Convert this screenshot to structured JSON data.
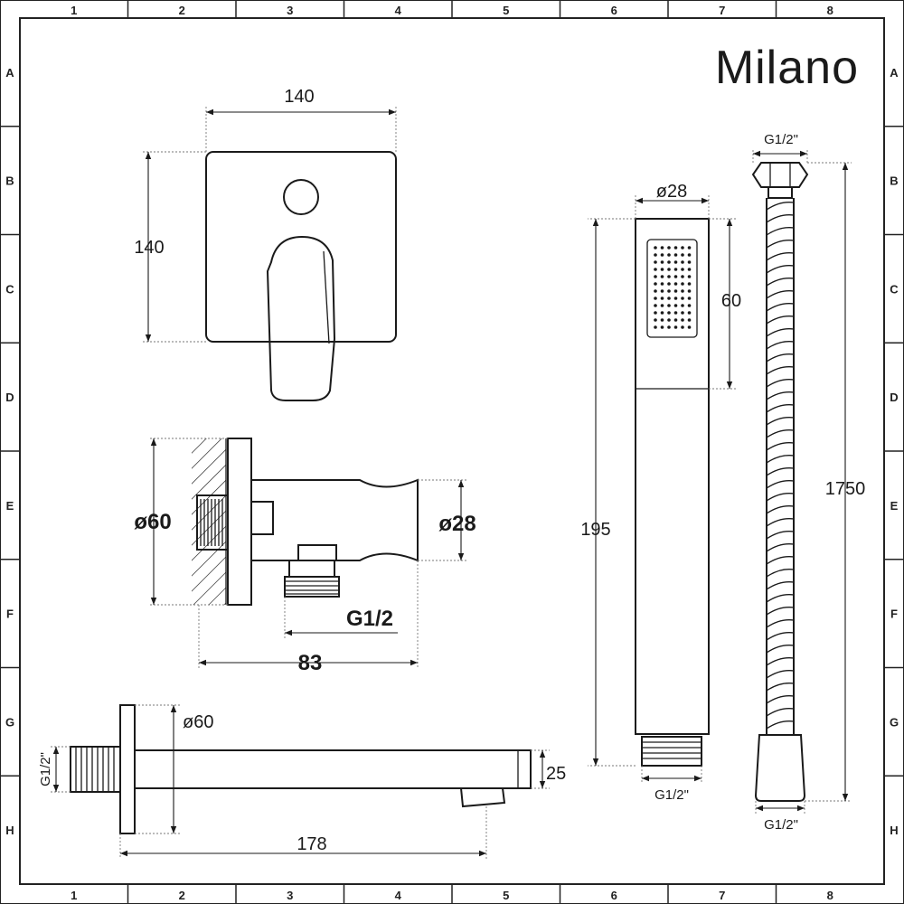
{
  "brand": {
    "name": "Milano"
  },
  "grid": {
    "columns": [
      "1",
      "2",
      "3",
      "4",
      "5",
      "6",
      "7",
      "8"
    ],
    "rows": [
      "A",
      "B",
      "C",
      "D",
      "E",
      "F",
      "G",
      "H"
    ]
  },
  "mixer_valve": {
    "width": "140",
    "height": "140"
  },
  "wall_outlet": {
    "flange_diameter": "ø60",
    "holder_diameter": "ø28",
    "thread": "G1/2",
    "depth": "83"
  },
  "handset": {
    "diameter": "ø28",
    "head_length": "60",
    "length": "195",
    "thread": "G1/2\""
  },
  "hose": {
    "length": "1750",
    "thread_top": "G1/2\"",
    "thread_bottom": "G1/2\""
  },
  "spout": {
    "thread": "G1/2\"",
    "flange_diameter": "ø60",
    "height": "25",
    "length": "178"
  }
}
